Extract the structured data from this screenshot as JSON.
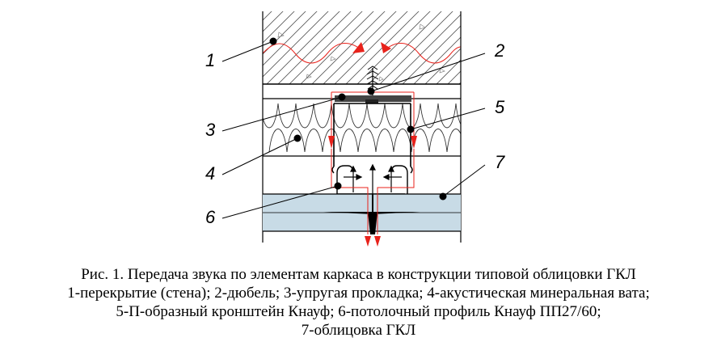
{
  "labels": [
    "1",
    "2",
    "3",
    "4",
    "5",
    "6",
    "7"
  ],
  "caption": {
    "line1": "Рис. 1. Передача звука по  элементам каркаса в конструкции типовой облицовки ГКЛ",
    "line2": "1-перекрытие (стена); 2-дюбель; 3-упругая прокладка; 4-акустическая минеральная вата;",
    "line3": "5-П-образный кронштейн Кнауф; 6-потолочный профиль Кнауф ПП27/60;",
    "line4": "7-облицовка ГКЛ"
  },
  "colors": {
    "sound_path": "#e8221b",
    "board": "#c8dbe6",
    "line": "#000000"
  }
}
